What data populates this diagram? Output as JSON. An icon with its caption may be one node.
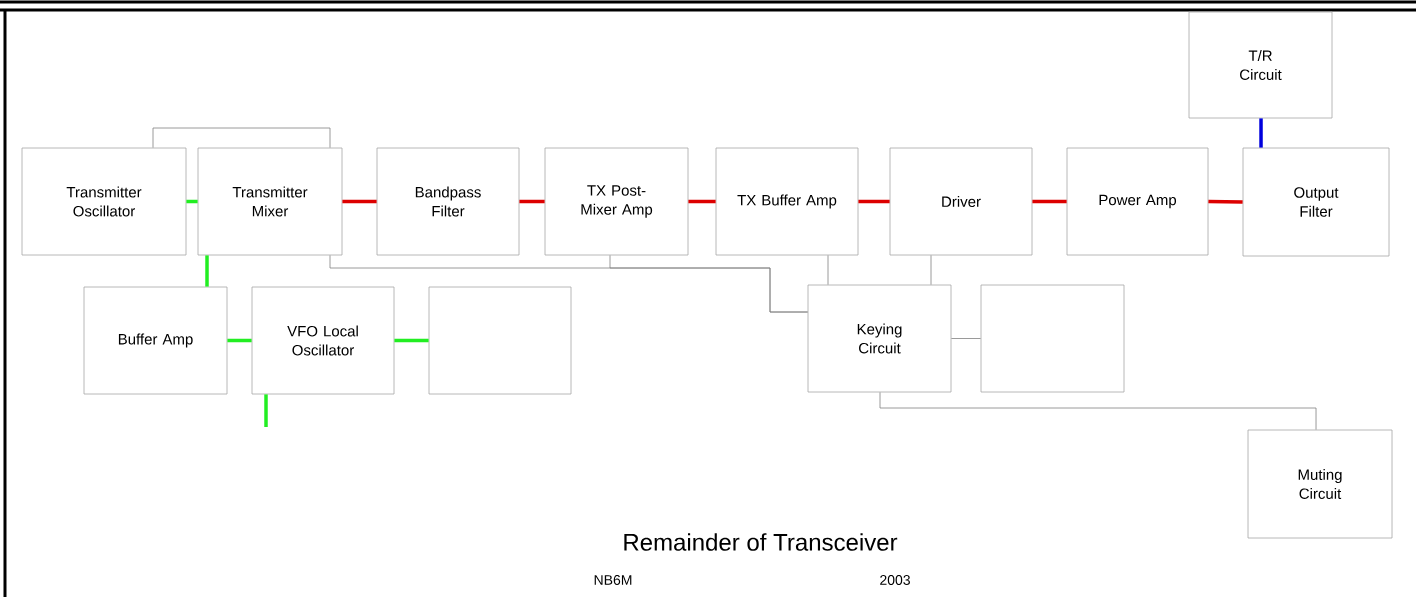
{
  "diagram": {
    "nodes": [
      {
        "text": [
          "T/R Circuit"
        ]
      },
      {
        "text": [
          "Transmitter Oscillator"
        ]
      },
      {
        "text": [
          "Transmitter Mixer"
        ]
      },
      {
        "text": [
          "Bandpass Filter"
        ]
      },
      {
        "text": [
          "TX Post-Mixer Amp"
        ]
      },
      {
        "text": [
          "TX Buffer Amp"
        ]
      },
      {
        "text": [
          "Driver"
        ]
      },
      {
        "text": [
          "Power Amp"
        ]
      },
      {
        "text": [
          "Output Filter"
        ]
      },
      {
        "text": [
          "Buffer Amp"
        ]
      },
      {
        "text": [
          "VFO Local Oscillator"
        ]
      },
      {
        "text": [],
        "shape": "box"
      },
      {
        "text": [
          "Keying Circuit"
        ]
      },
      {
        "text": [],
        "shape": "box"
      },
      {
        "text": [
          "Muting Circuit"
        ]
      }
    ],
    "edges": [
      {
        "from": 1,
        "to": 2,
        "arrow": "none",
        "color": "#22ee22"
      },
      {
        "from": 1,
        "to": 2,
        "arrow": "none"
      },
      {
        "from": 2,
        "to": 3,
        "arrow": "none",
        "color": "#dd0000"
      },
      {
        "from": 3,
        "to": 4,
        "arrow": "none",
        "color": "#dd0000"
      },
      {
        "from": 4,
        "to": 5,
        "arrow": "none",
        "color": "#dd0000"
      },
      {
        "from": 5,
        "to": 6,
        "arrow": "none",
        "color": "#dd0000"
      },
      {
        "from": 6,
        "to": 7,
        "arrow": "none",
        "color": "#dd0000"
      },
      {
        "from": 7,
        "to": 8,
        "arrow": "none",
        "color": "#dd0000"
      },
      {
        "from": 0,
        "to": 8,
        "arrow": "none",
        "color": "#0000dd"
      },
      {
        "from": 2,
        "to": 9,
        "arrow": "none",
        "color": "#22ee22"
      },
      {
        "from": 9,
        "to": 10,
        "arrow": "none",
        "color": "#22ee22"
      },
      {
        "from": 10,
        "to": 11,
        "arrow": "none",
        "color": "#22ee22"
      },
      {
        "from": 10,
        "to": null,
        "arrow": "none",
        "color": "#22ee22"
      },
      {
        "from": 2,
        "to": 12,
        "arrow": "none"
      },
      {
        "from": 4,
        "to": 12,
        "arrow": "none"
      },
      {
        "from": 5,
        "to": 12,
        "arrow": "none"
      },
      {
        "from": 6,
        "to": 12,
        "arrow": "none"
      },
      {
        "from": 12,
        "to": 13,
        "arrow": "none"
      },
      {
        "from": 12,
        "to": 14,
        "arrow": "none"
      }
    ],
    "labels": [
      "Remainder of Transceiver",
      "NB6M",
      "2003"
    ]
  }
}
